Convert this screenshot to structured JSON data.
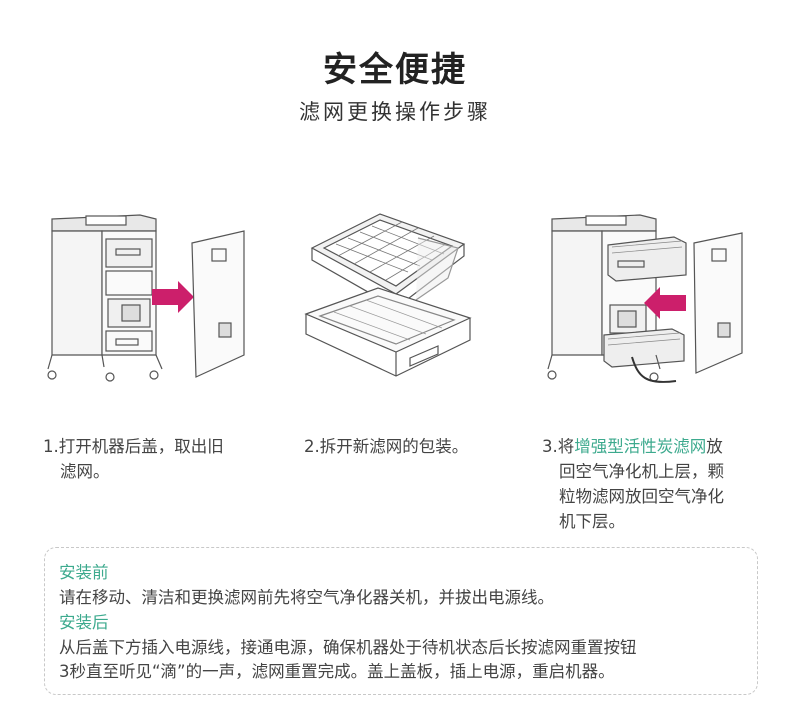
{
  "header": {
    "title": "安全便捷",
    "subtitle": "滤网更换操作步骤"
  },
  "steps": [
    {
      "num": "1.",
      "line1": "打开机器后盖，取出旧",
      "line2": "滤网。"
    },
    {
      "num": "2.",
      "line1": "拆开新滤网的包装。"
    },
    {
      "num": "3.",
      "prefix": "将",
      "highlight": "增强型活性炭滤网",
      "suffix": "放",
      "line2": "回空气净化机上层，颗",
      "line3": "粒物滤网放回空气净化",
      "line4": "机下层。"
    }
  ],
  "notes": {
    "before_title": "安装前",
    "before_text": "请在移动、清洁和更换滤网前先将空气净化器关机，并拔出电源线。",
    "after_title": "安装后",
    "after_text_1": "从后盖下方插入电源线，接通电源，确保机器处于待机状态后长按滤网重置按钮",
    "after_text_2": "3秒直至听见“滴”的一声，滤网重置完成。盖上盖板，插上电源，重启机器。"
  },
  "colors": {
    "accent_green": "#3daa8e",
    "arrow_magenta": "#cc1f6b",
    "line_gray": "#555555"
  },
  "icons": [
    "purifier-open-cover-illustration",
    "filter-unpack-illustration",
    "purifier-insert-filter-illustration",
    "arrow-right-icon",
    "arrow-left-icon"
  ]
}
